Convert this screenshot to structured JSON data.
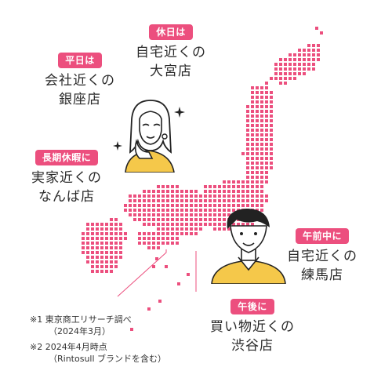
{
  "colors": {
    "accent": "#ec4f7e",
    "shirt": "#f5c84a",
    "map_dot": "#ec4f7e"
  },
  "callouts": [
    {
      "id": "holiday",
      "badge": "休日は",
      "line1": "自宅近くの",
      "line2": "大宮店"
    },
    {
      "id": "weekday",
      "badge": "平日は",
      "line1": "会社近くの",
      "line2": "銀座店"
    },
    {
      "id": "long-holiday",
      "badge": "長期休暇に",
      "line1": "実家近くの",
      "line2": "なんば店"
    },
    {
      "id": "morning",
      "badge": "午前中に",
      "line1": "自宅近くの",
      "line2": "練馬店"
    },
    {
      "id": "afternoon",
      "badge": "午後に",
      "line1": "買い物近くの",
      "line2": "渋谷店"
    }
  ],
  "notes": [
    {
      "mark": "※1",
      "line1": "東京商工リサーチ調べ",
      "line2": "（2024年3月）"
    },
    {
      "mark": "※2",
      "line1": "2024年4月時点",
      "line2": "（Rintosull ブランドを含む）"
    }
  ],
  "icons": {
    "sparkle": "sparkle-icon"
  }
}
